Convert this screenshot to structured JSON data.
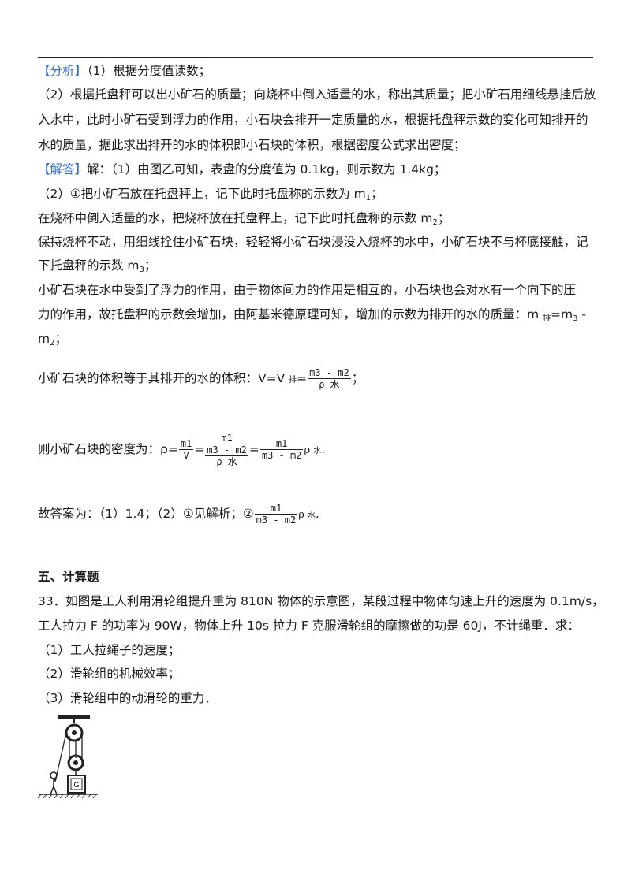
{
  "analysis": {
    "tag": "【分析】",
    "l1": "（1）根据分度值读数；",
    "l2": "（2）根据托盘秤可以出小矿石的质量；向烧杯中倒入适量的水，称出其质量；把小矿石用细线悬挂后放",
    "l3": "入水中，此时小矿石受到浮力的作用，小石块会排开一定质量的水，根据托盘秤示数的变化可知排开的",
    "l4": "水的质量，据此求出排开的水的体积即小石块的体积，根据密度公式求出密度；"
  },
  "answer": {
    "tag": "【解答】",
    "l1": "解：（1）由图乙可知，表盘的分度值为 0.1kg，则示数为 1.4kg；",
    "l2a": "（2）①把小矿石放在托盘秤上，记下此时托盘称的示数为 m",
    "l2sub": "1",
    "l2b": "；",
    "l3a": "在烧杯中倒入适量的水，把烧杯放在托盘秤上，记下此时托盘称的示数 m",
    "l3sub": "2",
    "l3b": "；",
    "l4": "保持烧杯不动，用细线拴住小矿石块，轻轻将小矿石块浸没入烧杯的水中，小矿石块不与杯底接触，记",
    "l5a": "下托盘秤的示数 m",
    "l5sub": "3",
    "l5b": "；",
    "l6": "小矿石块在水中受到了浮力的作用，由于物体间力的作用是相互的，小石块也会对水有一个向下的压",
    "l7a": "力的作用，故托盘秤的示数会增加，由阿基米德原理可知，增加的示数为排开的水的质量：m ",
    "l7sub": "排",
    "l7b": "=m",
    "l7sub2": "3",
    "l7c": " -",
    "l8a": "m",
    "l8sub": "2",
    "l8b": "；",
    "vol_text": "小矿石块的体积等于其排开的水的体积：V=V ",
    "vol_sub": "排",
    "vol_eq": "=",
    "vol_num": "m3 - m2",
    "vol_den": "ρ 水",
    "vol_end": "；",
    "dens_text": "则小矿石块的密度为：ρ=",
    "dens_f1_num": "m1",
    "dens_f1_den": "V",
    "dens_f2_top": "m1",
    "dens_f2_mid": "m3 - m2",
    "dens_f2_bot": "ρ 水",
    "dens_f3_num": "m1",
    "dens_f3_den": "m3 - m2",
    "dens_rho": "ρ ",
    "dens_rho_sub": "水",
    "dens_end": ".",
    "final_text": "故答案为：（1）1.4；（2）①见解析；②",
    "final_num": "m1",
    "final_den": "m3 - m2",
    "final_rho": "ρ ",
    "final_rho_sub": "水",
    "final_end": "."
  },
  "section": {
    "heading": "五、计算题",
    "q1": "33．如图是工人利用滑轮组提升重为 810N 物体的示意图，某段过程中物体匀速上升的速度为 0.1m/s，",
    "q2": "工人拉力 F 的功率为 90W，物体上升 10s 拉力 F 克服滑轮组的摩擦做的功是 60J，不计绳重．求：",
    "q3": "（1）工人拉绳子的速度；",
    "q4": "（2）滑轮组的机械效率；",
    "q5": "（3）滑轮组中的动滑轮的重力．",
    "figure_label": "G"
  }
}
